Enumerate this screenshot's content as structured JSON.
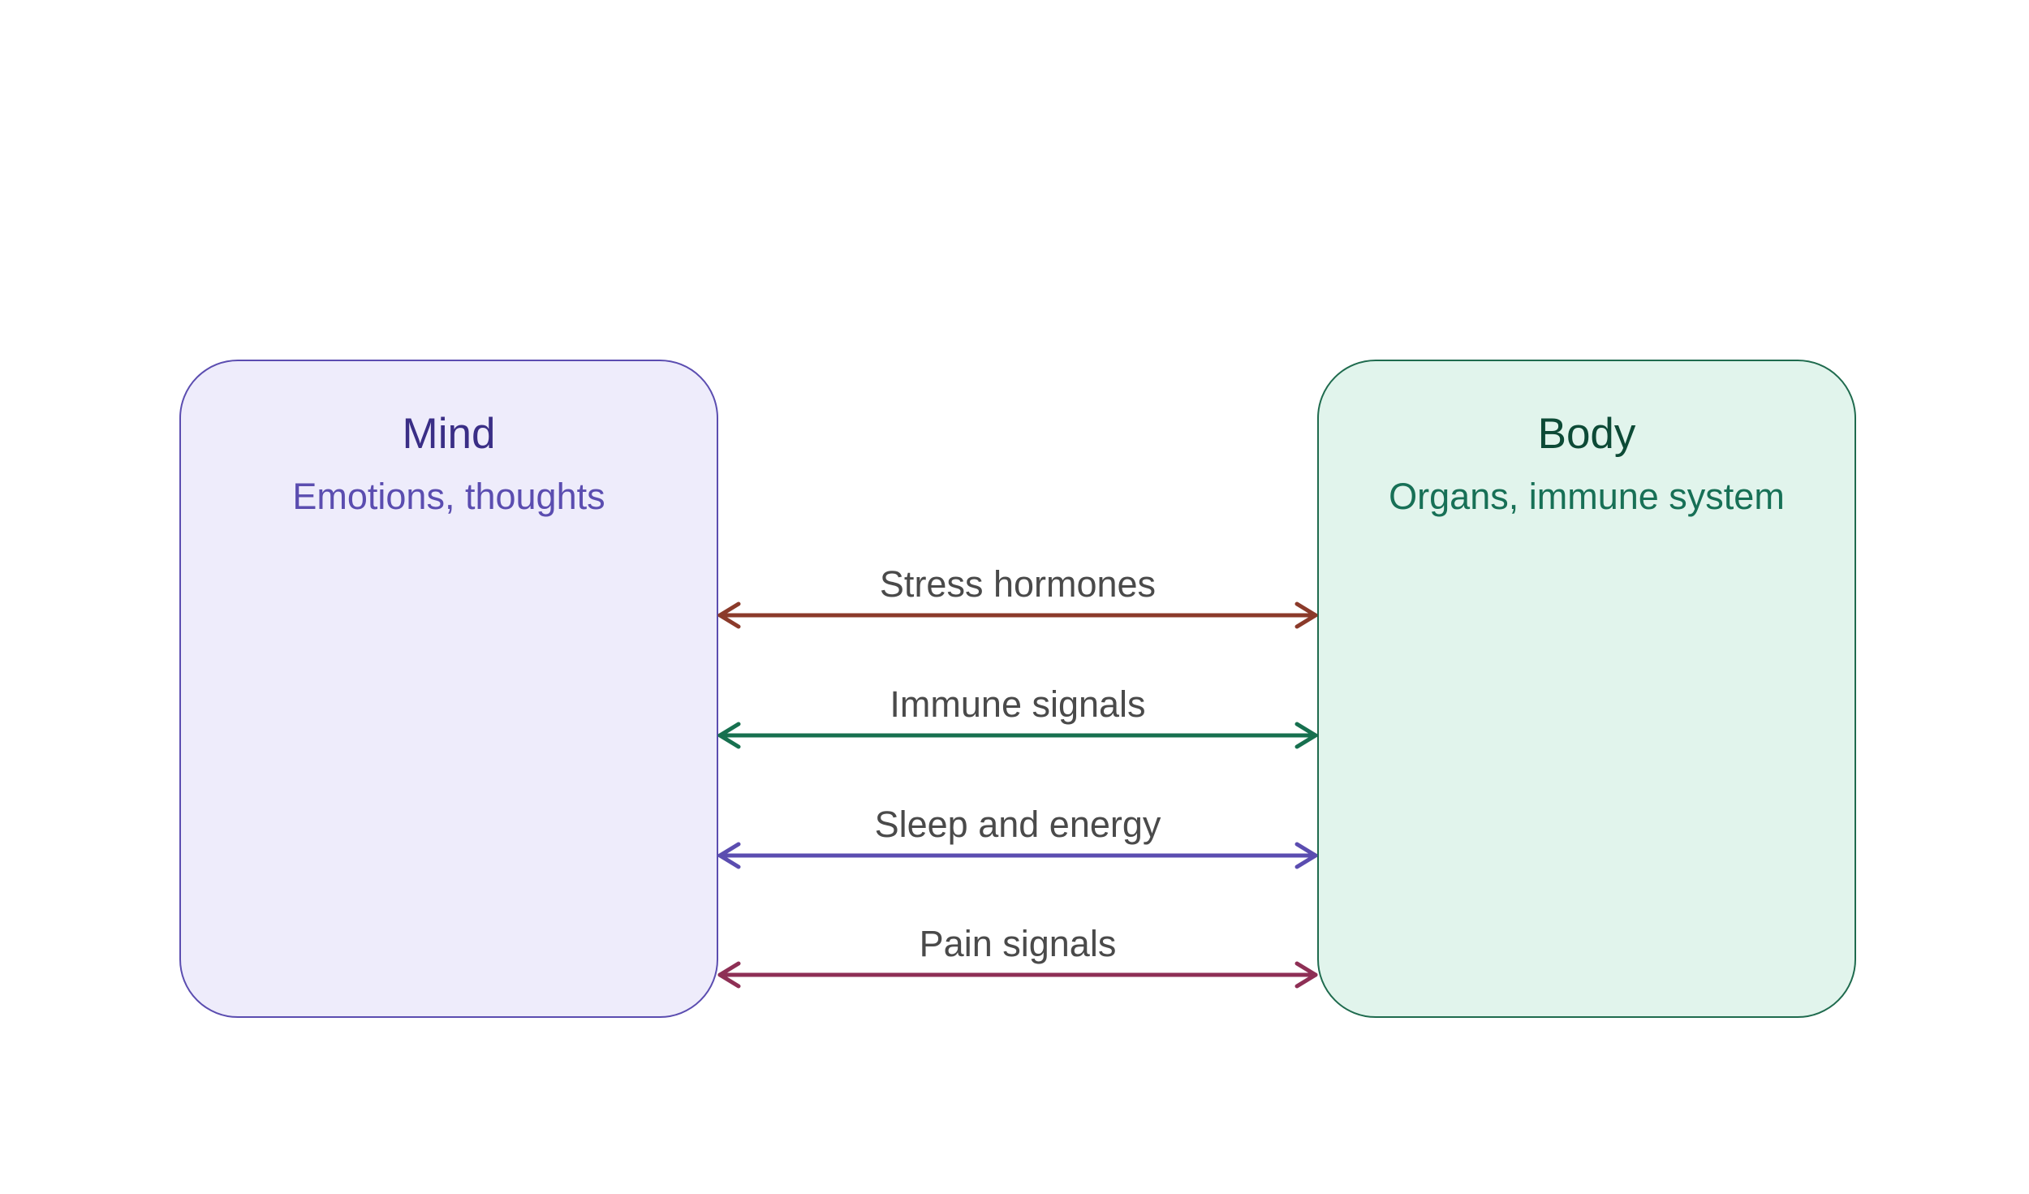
{
  "mind": {
    "title": "Mind",
    "subtitle": "Emotions, thoughts",
    "fill": "#eeecfb",
    "stroke": "#5b4db0"
  },
  "body": {
    "title": "Body",
    "subtitle": "Organs, immune system",
    "fill": "#e1f4ec",
    "stroke": "#1f6b4e"
  },
  "links": [
    {
      "label": "Stress hormones",
      "color": "#8b3a2a",
      "direction": "bidirectional"
    },
    {
      "label": "Immune signals",
      "color": "#17704f",
      "direction": "bidirectional"
    },
    {
      "label": "Sleep and energy",
      "color": "#5b4db0",
      "direction": "bidirectional"
    },
    {
      "label": "Pain signals",
      "color": "#8e2f55",
      "direction": "bidirectional"
    }
  ]
}
